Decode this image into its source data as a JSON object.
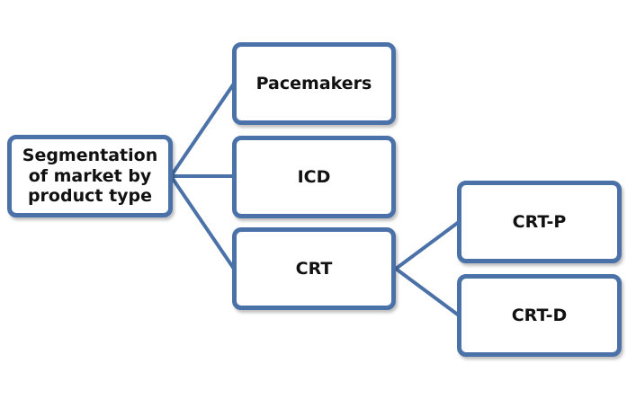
{
  "diagram": {
    "colors": {
      "border": "#4a72a8",
      "line": "#4a72a8",
      "fill": "#ffffff",
      "text": "#111111"
    },
    "root": {
      "id": "root",
      "label": "Segmentation of market by product type"
    },
    "nodes": [
      {
        "id": "pacemakers",
        "label": "Pacemakers",
        "parent": "root"
      },
      {
        "id": "icd",
        "label": "ICD",
        "parent": "root"
      },
      {
        "id": "crt",
        "label": "CRT",
        "parent": "root"
      },
      {
        "id": "crt-p",
        "label": "CRT-P",
        "parent": "crt"
      },
      {
        "id": "crt-d",
        "label": "CRT-D",
        "parent": "crt"
      }
    ]
  }
}
